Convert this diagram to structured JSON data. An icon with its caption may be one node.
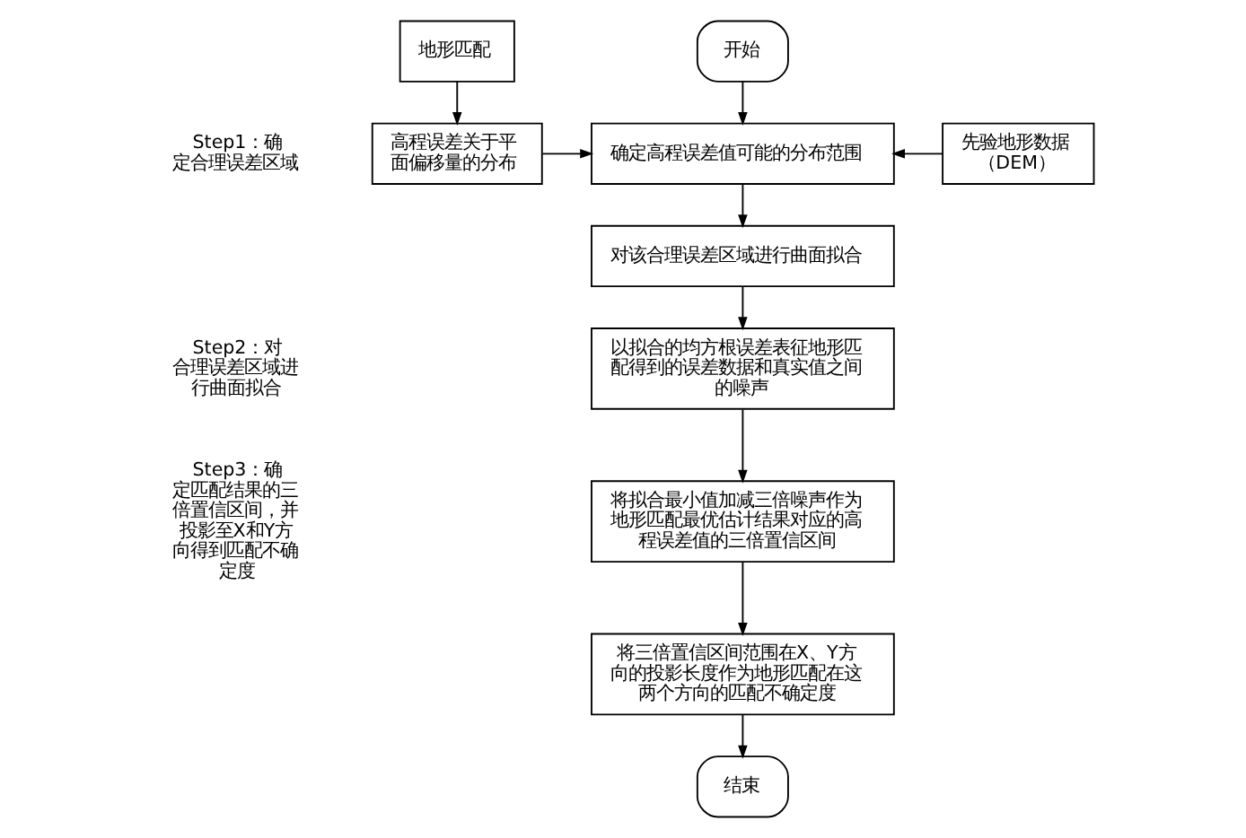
{
  "diagram": {
    "nodes": [
      {
        "text": [
          "地形匹配"
        ]
      },
      {
        "text": [
          "开始"
        ]
      },
      {
        "text": [
          "高程误差关于平面偏移量的分布"
        ]
      },
      {
        "text": [
          "确定高程误差值可能的分布范围"
        ]
      },
      {
        "text": [
          "先验地形数据（DEM）"
        ]
      },
      {
        "text": [
          "对该合理误差区域进行曲面拟合"
        ]
      },
      {
        "text": [
          "以拟合的均方根误差表征地形匹配得到的误差数据和真实值之间的噪声"
        ]
      },
      {
        "text": [
          "将拟合最小值加减三倍噪声作为地形匹配最优估计结果对应的高程误差值的三倍置信区间"
        ]
      },
      {
        "text": [
          "将三倍置信区间范围在X、Y方向的投影长度作为地形匹配在这两个方向的匹配不确定度"
        ]
      },
      {
        "text": [
          "结束"
        ]
      }
    ],
    "edges": [
      {
        "from": 0,
        "to": 2,
        "arrow": "to"
      },
      {
        "from": 1,
        "to": 3,
        "arrow": "to"
      },
      {
        "from": 2,
        "to": 3,
        "arrow": "to"
      },
      {
        "from": 4,
        "to": 3,
        "arrow": "to"
      },
      {
        "from": 3,
        "to": 5,
        "arrow": "to"
      },
      {
        "from": 5,
        "to": 6,
        "arrow": "to"
      },
      {
        "from": 6,
        "to": 7,
        "arrow": "to"
      },
      {
        "from": 7,
        "to": 8,
        "arrow": "to"
      },
      {
        "from": 8,
        "to": 9,
        "arrow": "to"
      }
    ],
    "labels": [
      "Step1：确定合理误差区域",
      "Step2：对合理误差区域进行曲面拟合",
      "Step3：确定匹配结果的三倍置信区间，并投影至X和Y方向得到匹配不确定度"
    ]
  }
}
